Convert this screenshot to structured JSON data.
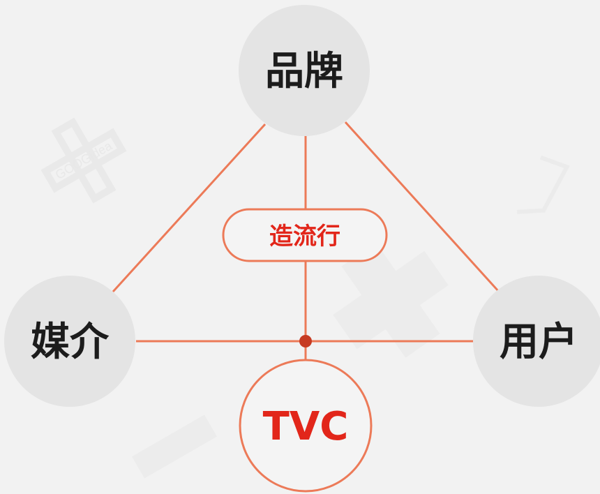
{
  "nodes": {
    "top": {
      "label": "品牌"
    },
    "left": {
      "label": "媒介"
    },
    "right": {
      "label": "用户"
    },
    "bottom": {
      "label": "TVC"
    }
  },
  "center_pill": {
    "label": "造流行"
  },
  "colors": {
    "background": "#f2f2f2",
    "node_fill": "#e4e4e4",
    "node_text": "#1c1c1c",
    "connector": "#ec7a58",
    "accent": "#e2261a",
    "junction": "#c63a22",
    "watermark": "#e6e6e6"
  },
  "watermark": {
    "text": "GOOGidea"
  }
}
